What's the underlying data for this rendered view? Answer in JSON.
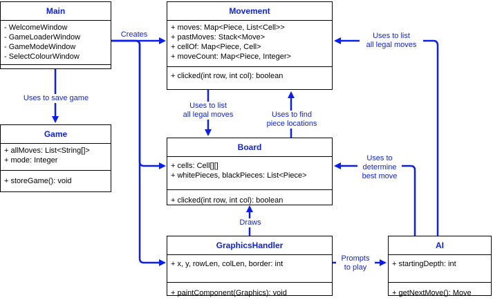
{
  "classes": {
    "main": {
      "name": "Main",
      "attributes": [
        "- WelcomeWindow",
        "- GameLoaderWindow",
        "- GameModeWindow",
        "- SelectColourWindow"
      ],
      "methods": []
    },
    "movement": {
      "name": "Movement",
      "attributes": [
        "+ moves: Map<Piece, List<Cell>>",
        "+ pastMoves: Stack<Move>",
        "+ cellOf: Map<Piece, Cell>",
        "+ moveCount: Map<Piece, Integer>"
      ],
      "methods": [
        "+ clicked(int row, int col): boolean"
      ]
    },
    "game": {
      "name": "Game",
      "attributes": [
        "+ allMoves: List<String[]>",
        "+ mode: Integer"
      ],
      "methods": [
        "+ storeGame(): void"
      ]
    },
    "board": {
      "name": "Board",
      "attributes": [
        "+ cells: Cell[][]",
        "+ whitePieces, blackPieces: List<Piece>"
      ],
      "methods": [
        "+ clicked(int row, int col): boolean"
      ]
    },
    "graphics": {
      "name": "GraphicsHandler",
      "attributes": [
        "+ x, y, rowLen, colLen, border: int"
      ],
      "methods": [
        "+ paintComponent(Graphics): void"
      ]
    },
    "ai": {
      "name": "AI",
      "attributes": [
        "+ startingDepth: int"
      ],
      "methods": [
        "+ getNextMove(): Move"
      ]
    }
  },
  "edge_labels": {
    "creates": "Creates",
    "save_game": "Uses to save game",
    "list_moves_movement": "Uses to list\nall legal moves",
    "find_locations": "Uses to find\npiece locations",
    "list_moves_board": "Uses to list\nall legal moves",
    "best_move": "Uses to\ndetermine\nbest move",
    "draws": "Draws",
    "prompts": "Prompts\nto play"
  },
  "colors": {
    "edge": "#0b1ef0",
    "class_title": "#0b1ef0",
    "border": "#000000"
  }
}
